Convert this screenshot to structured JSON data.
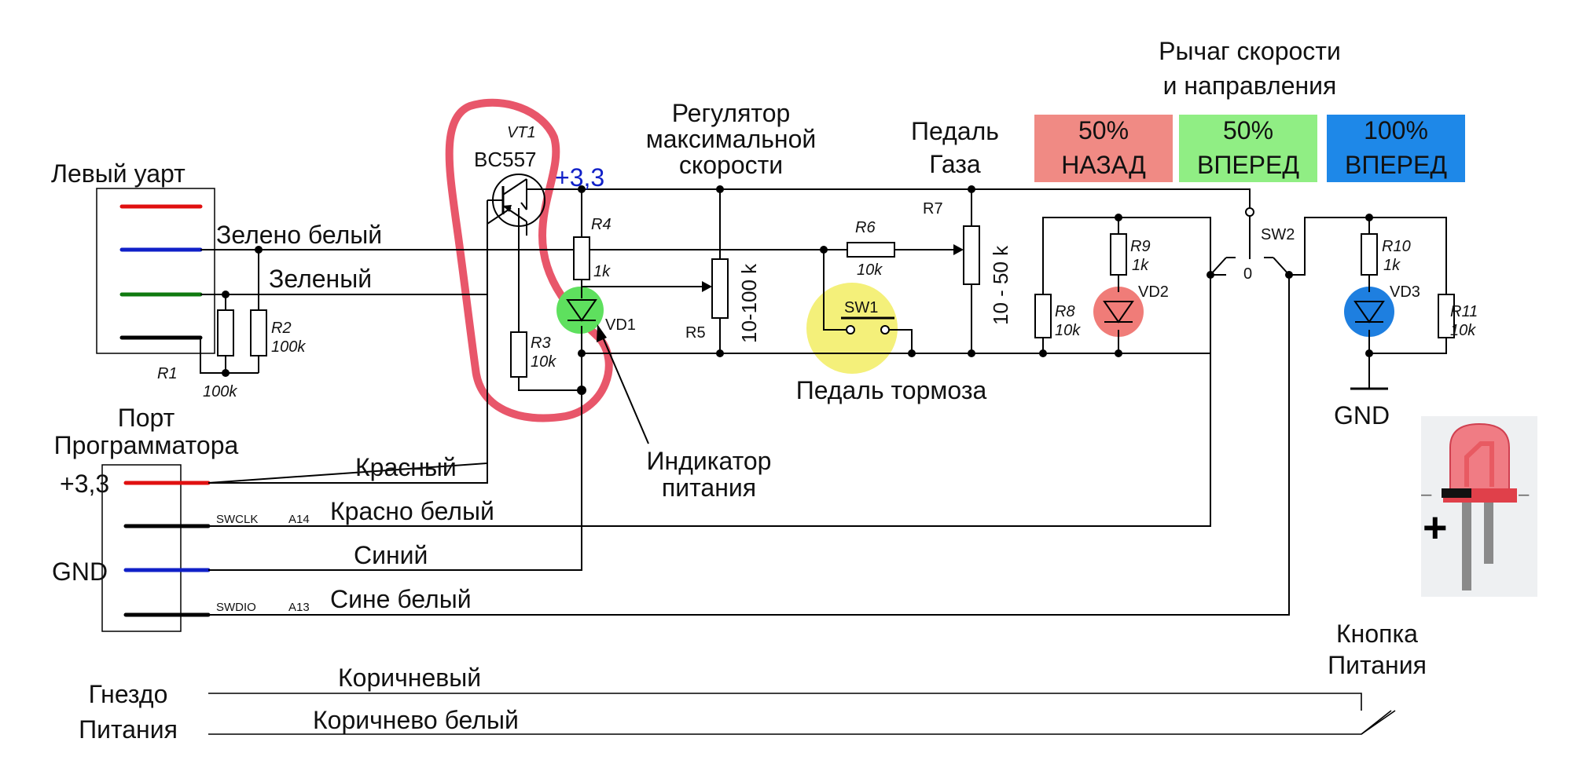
{
  "left_uart": {
    "title": "Левый уарт",
    "wire_colors": [
      "#e01010",
      "#1020c8",
      "#107a10",
      "#000000"
    ]
  },
  "prog_port": {
    "title_line1": "Порт",
    "title_line2": "Программатора",
    "pin_plus": "+3,3",
    "pin_gnd": "GND"
  },
  "wires": {
    "green_white": "Зелено белый",
    "green": "Зеленый",
    "red": "Красный",
    "red_white": "Красно белый",
    "blue": "Синий",
    "blue_white": "Сине белый",
    "brown": "Коричневый",
    "brown_white": "Коричнево белый"
  },
  "pins": {
    "swclk": "SWCLK",
    "a14": "A14",
    "swdio": "SWDIO",
    "a13": "A13"
  },
  "components": {
    "vt1": "VT1",
    "bc557": "BC557",
    "supply": "+3,3",
    "r1": "R1",
    "r1_val": "100k",
    "r2": "R2",
    "r2_val": "100k",
    "r3": "R3",
    "r3_val": "10k",
    "r4": "R4",
    "r4_val": "1k",
    "vd1": "VD1",
    "r5": "R5",
    "r5_val": "10-100 k",
    "r6": "R6",
    "r6_val": "10k",
    "sw1": "SW1",
    "r7": "R7",
    "r7_val": "10 - 50 k",
    "r8": "R8",
    "r8_val": "10k",
    "r9": "R9",
    "r9_val": "1k",
    "vd2": "VD2",
    "sw2": "SW2",
    "sw2_zero": "0",
    "r10": "R10",
    "r10_val": "1k",
    "vd3": "VD3",
    "r11": "R11",
    "r11_val": "10k",
    "gnd": "GND"
  },
  "labels": {
    "max_speed_line1": "Регулятор",
    "max_speed_line2": "максимальной",
    "max_speed_line3": "скорости",
    "gas_line1": "Педаль",
    "gas_line2": "Газа",
    "brake": "Педаль тормоза",
    "indicator_line1": "Индикатор",
    "indicator_line2": "питания",
    "lever_line1": "Рычаг скорости",
    "lever_line2": "и направления",
    "socket_line1": "Гнездо",
    "socket_line2": "Питания",
    "power_btn_line1": "Кнопка",
    "power_btn_line2": "Питания"
  },
  "modes": [
    {
      "pct": "50%",
      "dir": "НАЗАД",
      "color": "#f08a84"
    },
    {
      "pct": "50%",
      "dir": "ВПЕРЕД",
      "color": "#90ee84"
    },
    {
      "pct": "100%",
      "dir": "ВПЕРЕД",
      "color": "#1e88e8"
    }
  ],
  "led_legend": {
    "minus": "–",
    "plus": "+"
  },
  "colors": {
    "highlight_vt1": "#e8566a",
    "led_green": "#5ee05e",
    "led_red": "#f07c78",
    "led_blue": "#1e7fe0",
    "sw1_highlight": "#f4f07a",
    "supply_text": "#1020c8"
  }
}
